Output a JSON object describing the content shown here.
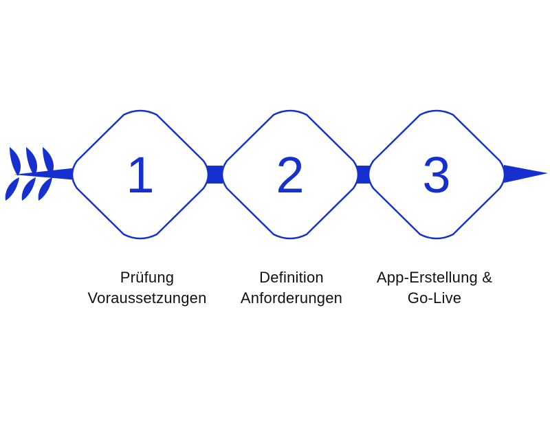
{
  "colors": {
    "accent": "#1530cf",
    "text": "#111111",
    "background": "#ffffff"
  },
  "icons": {
    "arrow_tail": "fletching-icon",
    "arrow_head": "arrowhead-icon"
  },
  "steps": [
    {
      "number": "1",
      "label_lines": [
        "Prüfung",
        "Voraussetzungen"
      ]
    },
    {
      "number": "2",
      "label_lines": [
        "Definition",
        "Anforderungen"
      ]
    },
    {
      "number": "3",
      "label_lines": [
        "App-Erstellung &",
        "Go-Live"
      ]
    }
  ]
}
